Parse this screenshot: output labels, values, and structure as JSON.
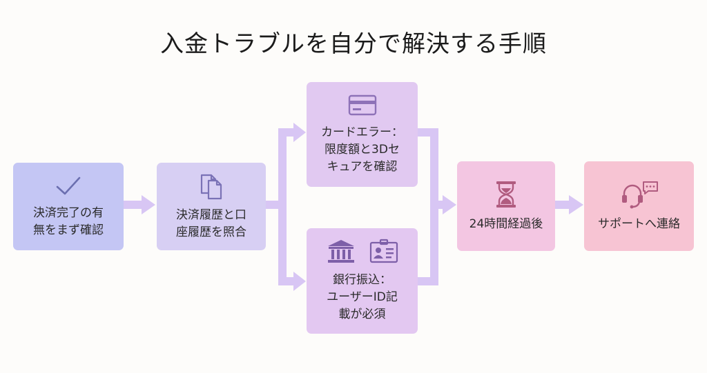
{
  "title": "入金トラブルを自分で解決する手順",
  "steps": {
    "confirm_payment": {
      "label": "決済完了の有\n無をまず確認",
      "icon": "check-icon"
    },
    "match_history": {
      "label": "決済履歴と口\n座履歴を照合",
      "icon": "documents-icon"
    },
    "card_error": {
      "label": "カードエラー：\n限度額と3Dセ\nキュアを確認",
      "icon": "credit-card-icon"
    },
    "bank_transfer": {
      "label": "銀行振込：\nユーザーID記\n載が必須",
      "icon_bank": "bank-icon",
      "icon_id": "id-card-icon"
    },
    "wait_24h": {
      "label": "24時間経過後",
      "icon": "hourglass-icon"
    },
    "contact_support": {
      "label": "サポートへ連絡",
      "icon": "headset-chat-icon"
    }
  },
  "colors": {
    "arrow": "#d8c6f4",
    "icon_blue": "#6b6fb0",
    "icon_purple": "#8e72b8",
    "icon_pink": "#b05b7f"
  }
}
